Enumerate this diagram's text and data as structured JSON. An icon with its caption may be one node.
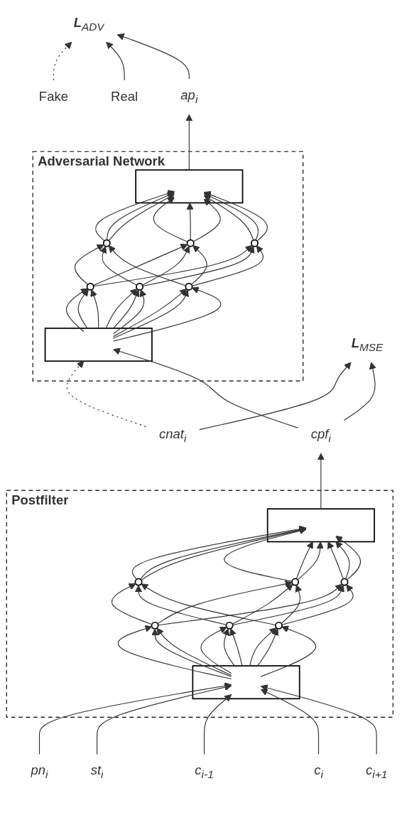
{
  "diagram": {
    "nodes": [
      {
        "text": [
          "Fake"
        ]
      },
      {
        "text": [
          "Real"
        ]
      },
      {
        "text": [
          "**L**$_{ADV}$"
        ]
      },
      {
        "text": [
          "ap$_{i}$"
        ]
      },
      {
        "text": [
          "Adversarial Network"
        ]
      },
      {
        "text": [],
        "shape": "bar",
        "in": 4
      },
      {
        "text": [],
        "shape": "circle",
        "in": 4
      },
      {
        "text": [],
        "shape": "circle",
        "in": 4
      },
      {
        "text": [],
        "shape": "circle",
        "in": 4
      },
      {
        "text": [],
        "shape": "circle",
        "in": 4
      },
      {
        "text": [],
        "shape": "circle",
        "in": 4
      },
      {
        "text": [],
        "shape": "circle",
        "in": 4
      },
      {
        "text": [],
        "shape": "bar",
        "in": 4
      },
      {
        "text": [
          "**L**$_{MSE}$"
        ]
      },
      {
        "text": [
          "cnat$_{i}$"
        ]
      },
      {
        "text": [
          "cpf$_{i}$"
        ]
      },
      {
        "text": [
          "Postfilter"
        ]
      },
      {
        "text": [],
        "shape": "bar",
        "in": 16
      },
      {
        "text": [],
        "shape": "circle",
        "in": 16
      },
      {
        "text": [],
        "shape": "circle",
        "in": 16
      },
      {
        "text": [],
        "shape": "circle",
        "in": 16
      },
      {
        "text": [],
        "shape": "circle",
        "in": 16
      },
      {
        "text": [],
        "shape": "circle",
        "in": 16
      },
      {
        "text": [],
        "shape": "circle",
        "in": 16
      },
      {
        "text": [],
        "shape": "bar",
        "in": 16
      },
      {
        "text": [
          "pn$_{i}$"
        ]
      },
      {
        "text": [
          "st$_{i}$"
        ]
      },
      {
        "text": [
          "c$_{i-1}$"
        ]
      },
      {
        "text": [
          "c$_{i}$"
        ]
      },
      {
        "text": [
          "c$_{i+1}$"
        ]
      }
    ],
    "edges": [
      {
        "from": 0,
        "to": 2,
        "arrow": "to",
        "style": "dashed"
      },
      {
        "from": 1,
        "to": 2,
        "arrow": "to"
      },
      {
        "from": 3,
        "to": 2,
        "arrow": "to"
      },
      {
        "from": 5,
        "to": 3,
        "arrow": "to"
      },
      {
        "from": 6,
        "to": 5,
        "arrow": "to"
      },
      {
        "from": 6,
        "to": 5,
        "arrow": "to"
      },
      {
        "from": 6,
        "to": 5,
        "arrow": "to"
      },
      {
        "from": 7,
        "to": 5,
        "arrow": "to"
      },
      {
        "from": 7,
        "to": 5,
        "arrow": "to"
      },
      {
        "from": 7,
        "to": 5,
        "arrow": "to"
      },
      {
        "from": 8,
        "to": 5,
        "arrow": "to"
      },
      {
        "from": 8,
        "to": 5,
        "arrow": "to"
      },
      {
        "from": 8,
        "to": 5,
        "arrow": "to"
      },
      {
        "from": 9,
        "to": 6,
        "arrow": "to"
      },
      {
        "from": 9,
        "to": 7,
        "arrow": "to"
      },
      {
        "from": 9,
        "to": 8,
        "arrow": "to"
      },
      {
        "from": 10,
        "to": 6,
        "arrow": "to"
      },
      {
        "from": 10,
        "to": 7,
        "arrow": "to"
      },
      {
        "from": 10,
        "to": 8,
        "arrow": "to"
      },
      {
        "from": 11,
        "to": 6,
        "arrow": "to"
      },
      {
        "from": 11,
        "to": 7,
        "arrow": "to"
      },
      {
        "from": 11,
        "to": 8,
        "arrow": "to"
      },
      {
        "from": 12,
        "to": 9,
        "arrow": "to"
      },
      {
        "from": 12,
        "to": 9,
        "arrow": "to"
      },
      {
        "from": 12,
        "to": 9,
        "arrow": "to"
      },
      {
        "from": 12,
        "to": 10,
        "arrow": "to"
      },
      {
        "from": 12,
        "to": 10,
        "arrow": "to"
      },
      {
        "from": 12,
        "to": 10,
        "arrow": "to"
      },
      {
        "from": 12,
        "to": 11,
        "arrow": "to"
      },
      {
        "from": 12,
        "to": 11,
        "arrow": "to"
      },
      {
        "from": 12,
        "to": 11,
        "arrow": "to"
      },
      {
        "from": 14,
        "to": 12,
        "arrow": "to",
        "style": "dashed"
      },
      {
        "from": 15,
        "to": 12,
        "arrow": "to"
      },
      {
        "from": 14,
        "to": 13,
        "arrow": "to"
      },
      {
        "from": 15,
        "to": 13,
        "arrow": "to"
      },
      {
        "from": 17,
        "to": 15,
        "arrow": "to"
      },
      {
        "from": 18,
        "to": 17,
        "arrow": "to"
      },
      {
        "from": 18,
        "to": 17,
        "arrow": "to"
      },
      {
        "from": 18,
        "to": 17,
        "arrow": "to"
      },
      {
        "from": 19,
        "to": 17,
        "arrow": "to"
      },
      {
        "from": 19,
        "to": 17,
        "arrow": "to"
      },
      {
        "from": 19,
        "to": 17,
        "arrow": "to"
      },
      {
        "from": 20,
        "to": 17,
        "arrow": "to"
      },
      {
        "from": 20,
        "to": 17,
        "arrow": "to"
      },
      {
        "from": 20,
        "to": 17,
        "arrow": "to"
      },
      {
        "from": 21,
        "to": 18,
        "arrow": "to"
      },
      {
        "from": 21,
        "to": 19,
        "arrow": "to"
      },
      {
        "from": 21,
        "to": 20,
        "arrow": "to"
      },
      {
        "from": 22,
        "to": 18,
        "arrow": "to"
      },
      {
        "from": 22,
        "to": 19,
        "arrow": "to"
      },
      {
        "from": 22,
        "to": 20,
        "arrow": "to"
      },
      {
        "from": 23,
        "to": 18,
        "arrow": "to"
      },
      {
        "from": 23,
        "to": 19,
        "arrow": "to"
      },
      {
        "from": 23,
        "to": 20,
        "arrow": "to"
      },
      {
        "from": 24,
        "to": 21,
        "arrow": "to"
      },
      {
        "from": 24,
        "to": 21,
        "arrow": "to"
      },
      {
        "from": 24,
        "to": 21,
        "arrow": "to"
      },
      {
        "from": 24,
        "to": 22,
        "arrow": "to"
      },
      {
        "from": 24,
        "to": 22,
        "arrow": "to"
      },
      {
        "from": 24,
        "to": 22,
        "arrow": "to"
      },
      {
        "from": 24,
        "to": 23,
        "arrow": "to"
      },
      {
        "from": 24,
        "to": 23,
        "arrow": "to"
      },
      {
        "from": 24,
        "to": 23,
        "arrow": "to"
      },
      {
        "from": 25,
        "to": 24,
        "arrow": "to"
      },
      {
        "from": 26,
        "to": 24,
        "arrow": "to"
      },
      {
        "from": 27,
        "to": 24,
        "arrow": "to"
      },
      {
        "from": 28,
        "to": 24,
        "arrow": "to"
      },
      {
        "from": 29,
        "to": 24,
        "arrow": "to"
      }
    ]
  }
}
